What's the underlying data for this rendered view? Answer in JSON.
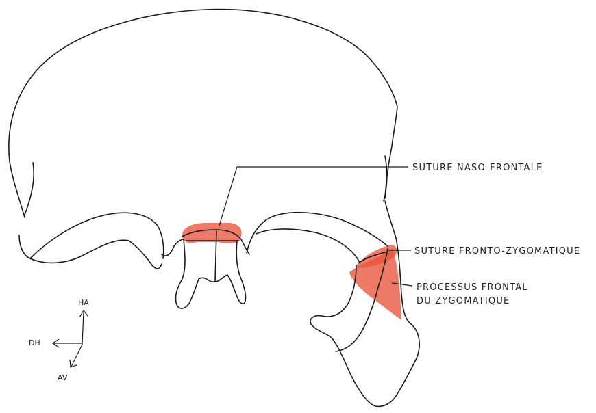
{
  "labels": {
    "suture_naso_frontale": "SUTURE NASO-FRONTALE",
    "suture_fronto_zygomatique": "SUTURE FRONTO-ZYGOMATIQUE",
    "processus_line1": "PROCESSUS FRONTAL",
    "processus_line2": "DU ZYGOMATIQUE"
  },
  "orientation": {
    "up": "HA",
    "side": "DH",
    "front": "AV"
  },
  "colors": {
    "highlight": "#e8553c",
    "ink": "#1a1a1a"
  }
}
